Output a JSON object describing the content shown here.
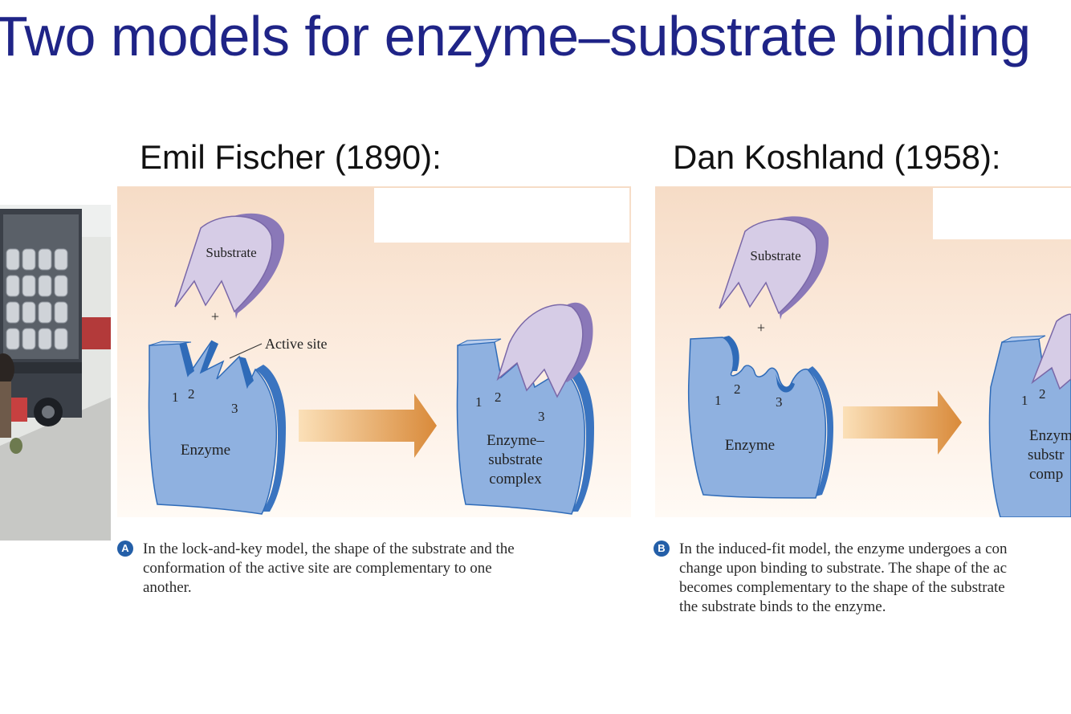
{
  "slide": {
    "title": "Two models for enzyme–substrate binding"
  },
  "lock_and_key": {
    "heading": "Emil Fischer (1890):",
    "substrate_label": "Substrate",
    "plus": "+",
    "active_site_label": "Active site",
    "site_numbers": [
      "1",
      "2",
      "3"
    ],
    "enzyme_label": "Enzyme",
    "complex_label": [
      "Enzyme–",
      "substrate",
      "complex"
    ],
    "badge": "A",
    "caption_lines": [
      "In the lock-and-key model, the shape of the substrate and the",
      "conformation of the active site are complementary to one",
      "another."
    ]
  },
  "induced_fit": {
    "heading": "Dan Koshland (1958):",
    "substrate_label": "Substrate",
    "plus": "+",
    "site_numbers": [
      "1",
      "2",
      "3"
    ],
    "enzyme_label": "Enzyme",
    "complex_label": [
      "Enzym",
      "substr",
      "comp"
    ],
    "badge": "B",
    "caption_lines": [
      "In the induced-fit model, the enzyme undergoes a con",
      "change upon binding to substrate. The shape of the ac",
      "becomes complementary to the shape of the substrate",
      "the substrate binds to the enzyme."
    ]
  },
  "colors": {
    "title": "#1f2487",
    "enzyme_fill": "#8fb1e0",
    "enzyme_edge": "#2f6bb8",
    "substrate_fill": "#d6cce6",
    "substrate_edge": "#8a78b8",
    "arrow": "#e09a50",
    "badge": "#245fa8"
  }
}
